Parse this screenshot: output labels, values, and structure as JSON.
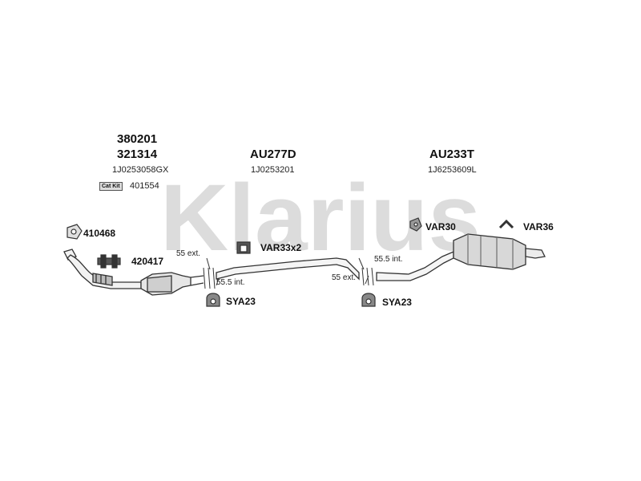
{
  "watermark": {
    "text": "Klarius",
    "color": "#dcdcdc"
  },
  "groups": {
    "manifold": {
      "codes": [
        "380201",
        "321314"
      ],
      "ref": "1J0253058GX"
    },
    "middle": {
      "code": "AU277D",
      "ref": "1J0253201"
    },
    "rear": {
      "code": "AU233T",
      "ref": "1J6253609L"
    }
  },
  "catkit": {
    "badge": "Cat Kit",
    "ref": "401554"
  },
  "parts": {
    "p410468": "410468",
    "p420417": "420417",
    "var33": "VAR33x2",
    "var30": "VAR30",
    "var36": "VAR36",
    "sya23_left": "SYA23",
    "sya23_right": "SYA23"
  },
  "joints": {
    "left": {
      "ext": "55 ext.",
      "int": "55.5 int."
    },
    "right": {
      "ext": "55 ext.",
      "int": "55.5 int."
    }
  }
}
